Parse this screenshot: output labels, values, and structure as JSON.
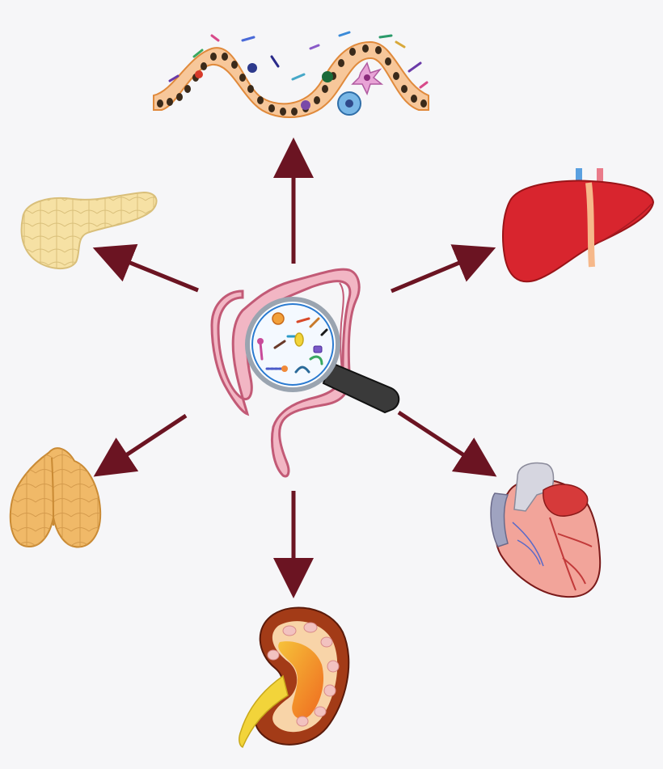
{
  "diagram": {
    "center": {
      "icon": "gut-microbiome-magnifier-icon"
    },
    "targets": [
      {
        "id": "intestinal-epithelium",
        "icon": "intestinal-epithelium-icon"
      },
      {
        "id": "liver",
        "icon": "liver-icon"
      },
      {
        "id": "heart",
        "icon": "heart-icon"
      },
      {
        "id": "kidney",
        "icon": "kidney-icon"
      },
      {
        "id": "thyroid",
        "icon": "thyroid-icon"
      },
      {
        "id": "pancreas",
        "icon": "pancreas-icon"
      }
    ],
    "colors": {
      "arrow": "#6b1422",
      "background": "#f6f6f8",
      "colon": "#f2b6c4",
      "colon_outline": "#c25a76",
      "liver": "#d8252e",
      "heart": "#f2a49a",
      "kidney": "#a33b17",
      "thyroid": "#f0b968",
      "pancreas": "#f6e1a4",
      "epithelium": "#f7c79a"
    }
  }
}
